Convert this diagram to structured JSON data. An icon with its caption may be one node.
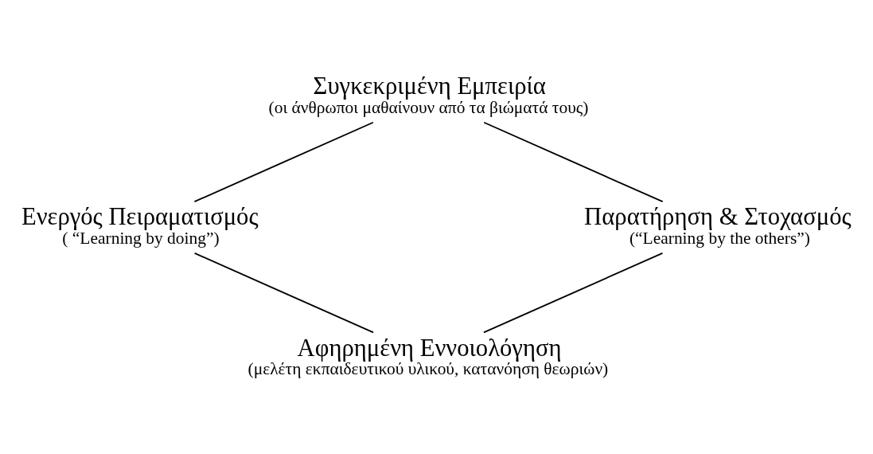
{
  "diagram": {
    "nodes": [
      {
        "text": [
          "Συγκεκριμένη Εμπειρία",
          "(οι άνθρωποι μαθαίνουν από τα βιώματά τους)"
        ]
      },
      {
        "text": [
          "Παρατήρηση & Στοχασμός",
          "(“Learning by the others”)"
        ]
      },
      {
        "text": [
          "Αφηρημένη Εννοιολόγηση",
          "(μελέτη εκπαιδευτικού υλικού, κατανόηση θεωριών)"
        ]
      },
      {
        "text": [
          "Ενεργός Πειραματισμός",
          "( “Learning by doing”)"
        ]
      }
    ],
    "edges": [
      {
        "from": 0,
        "to": 1,
        "arrow": "none"
      },
      {
        "from": 1,
        "to": 2,
        "arrow": "none"
      },
      {
        "from": 2,
        "to": 3,
        "arrow": "none"
      },
      {
        "from": 3,
        "to": 0,
        "arrow": "none"
      }
    ]
  }
}
